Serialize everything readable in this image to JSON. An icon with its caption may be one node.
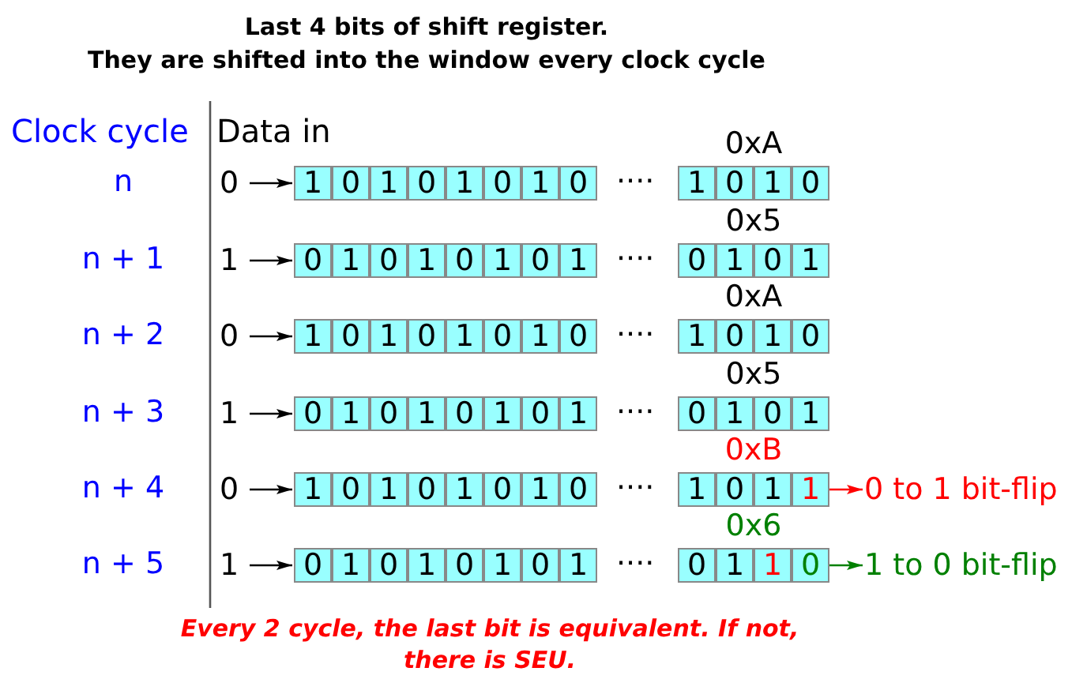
{
  "diagram": {
    "title": "Last 4 bits of shift register.",
    "caption": "Every 2 cycle, the last bit is equivalent. If not, there is SEU.",
    "nodes": [
      {
        "text": [
          "0"
        ]
      },
      {
        "text": [
          "1",
          "0",
          "1",
          "0",
          "1",
          "0",
          "1",
          "0"
        ]
      },
      {
        "text": [
          "1",
          "0",
          "1",
          "0"
        ],
        "beside": [
          "0xA"
        ]
      },
      {
        "text": [
          "1"
        ]
      },
      {
        "text": [
          "0",
          "1",
          "0",
          "1",
          "0",
          "1",
          "0",
          "1"
        ]
      },
      {
        "text": [
          "0",
          "1",
          "0",
          "1"
        ],
        "beside": [
          "0x5"
        ]
      },
      {
        "text": [
          "0"
        ]
      },
      {
        "text": [
          "1",
          "0",
          "1",
          "0",
          "1",
          "0",
          "1",
          "0"
        ]
      },
      {
        "text": [
          "1",
          "0",
          "1",
          "0"
        ],
        "beside": [
          "0xA"
        ]
      },
      {
        "text": [
          "1"
        ]
      },
      {
        "text": [
          "0",
          "1",
          "0",
          "1",
          "0",
          "1",
          "0",
          "1"
        ]
      },
      {
        "text": [
          "0",
          "1",
          "0",
          "1"
        ],
        "beside": [
          "0x5"
        ]
      },
      {
        "text": [
          "0"
        ]
      },
      {
        "text": [
          "1",
          "0",
          "1",
          "0",
          "1",
          "0",
          "1",
          "0"
        ]
      },
      {
        "text": [
          "1",
          "0",
          "1",
          "1"
        ],
        "beside": [
          "0xB"
        ]
      },
      {
        "text": [
          "0 to 1 bit-flip"
        ]
      },
      {
        "text": [
          "1"
        ]
      },
      {
        "text": [
          "0",
          "1",
          "0",
          "1",
          "0",
          "1",
          "0",
          "1"
        ]
      },
      {
        "text": [
          "0",
          "1",
          "1",
          "0"
        ],
        "beside": [
          "0x6"
        ]
      },
      {
        "text": [
          "1 to 0 bit-flip"
        ]
      }
    ],
    "edges": [
      {
        "from": 0,
        "to": 1,
        "arrow": "to"
      },
      {
        "from": 3,
        "to": 4,
        "arrow": "to"
      },
      {
        "from": 6,
        "to": 7,
        "arrow": "to"
      },
      {
        "from": 9,
        "to": 10,
        "arrow": "to"
      },
      {
        "from": 12,
        "to": 13,
        "arrow": "to"
      },
      {
        "from": 14,
        "to": 15,
        "arrow": "to",
        "color": "#ff0000"
      },
      {
        "from": 16,
        "to": 17,
        "arrow": "to"
      },
      {
        "from": 18,
        "to": 19,
        "arrow": "to",
        "color": "#008000"
      }
    ],
    "labels": [
      "They are shifted into the window every clock cycle",
      "Clock cycle",
      "Data in",
      "n",
      "····",
      "n + 1",
      "····",
      "n + 2",
      "····",
      "n + 3",
      "····",
      "n + 4",
      "····",
      "n + 5",
      "····"
    ]
  }
}
